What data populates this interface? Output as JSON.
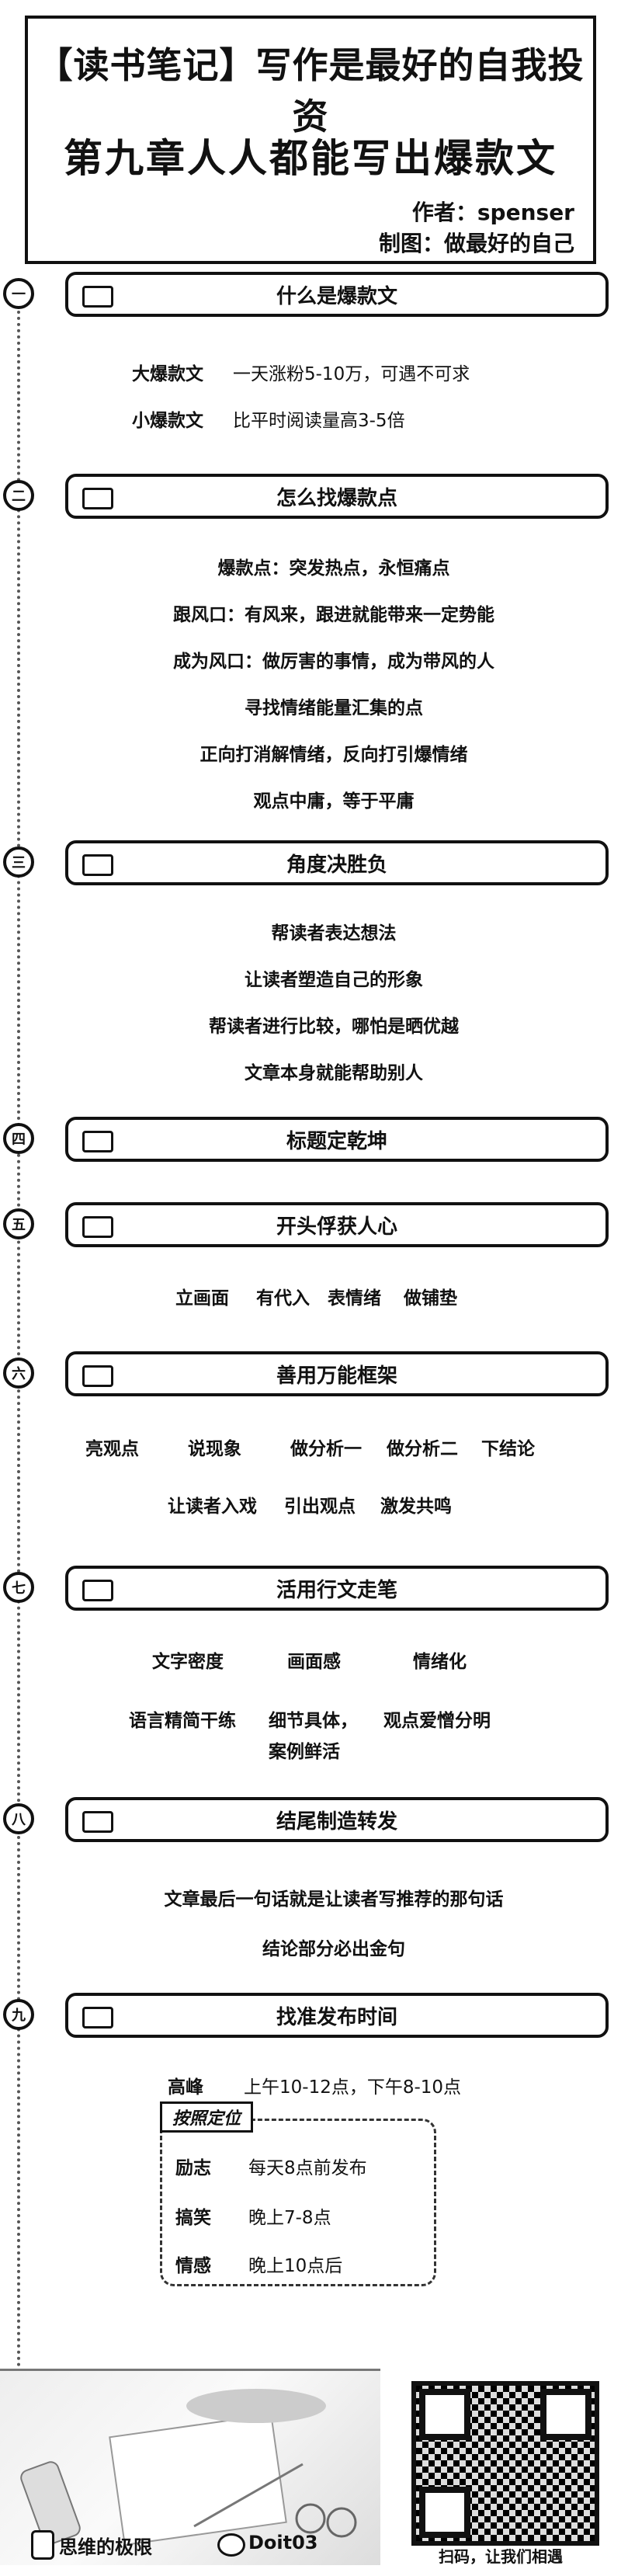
{
  "header": {
    "title1": "【读书笔记】写作是最好的自我投资",
    "title2": "第九章人人都能写出爆款文",
    "author": "作者：spenser",
    "maker": "制图：做最好的自己"
  },
  "sections": [
    {
      "num": "一",
      "title": "什么是爆款文"
    },
    {
      "num": "二",
      "title": "怎么找爆款点"
    },
    {
      "num": "三",
      "title": "角度决胜负"
    },
    {
      "num": "四",
      "title": "标题定乾坤"
    },
    {
      "num": "五",
      "title": "开头俘获人心"
    },
    {
      "num": "六",
      "title": "善用万能框架"
    },
    {
      "num": "七",
      "title": "活用行文走笔"
    },
    {
      "num": "八",
      "title": "结尾制造转发"
    },
    {
      "num": "九",
      "title": "找准发布时间"
    }
  ],
  "s1": {
    "big_label": "大爆款文",
    "big_value": "一天涨粉5-10万，可遇不可求",
    "small_label": "小爆款文",
    "small_value": "比平时阅读量高3-5倍"
  },
  "s2": [
    "爆款点：突发热点，永恒痛点",
    "跟风口：有风来，跟进就能带来一定势能",
    "成为风口：做厉害的事情，成为带风的人",
    "寻找情绪能量汇集的点",
    "正向打消解情绪，反向打引爆情绪",
    "观点中庸，等于平庸"
  ],
  "s3": [
    "帮读者表达想法",
    "让读者塑造自己的形象",
    "帮读者进行比较，哪怕是晒优越",
    "文章本身就能帮助别人"
  ],
  "s5": [
    "立画面",
    "有代入",
    "表情绪",
    "做铺垫"
  ],
  "s6": {
    "row1": [
      "亮观点",
      "说现象",
      "做分析一",
      "做分析二",
      "下结论"
    ],
    "row2": [
      "让读者入戏",
      "引出观点",
      "激发共鸣"
    ]
  },
  "s7": {
    "row1": [
      "文字密度",
      "画面感",
      "情绪化"
    ],
    "row2": [
      "语言精简干练",
      "细节具体，",
      "观点爱憎分明"
    ],
    "row3": "案例鲜活"
  },
  "s8": [
    "文章最后一句话就是让读者写推荐的那句话",
    "结论部分必出金句"
  ],
  "s9": {
    "peak_label": "高峰",
    "peak_value": "上午10-12点，下午8-10点",
    "tag": "按照定位",
    "items": [
      {
        "label": "励志",
        "value": "每天8点前发布"
      },
      {
        "label": "搞笑",
        "value": "晚上7-8点"
      },
      {
        "label": "情感",
        "value": "晚上10点后"
      }
    ]
  },
  "footer": {
    "brand": "思维的极限",
    "wechat": "Doit03",
    "qr_caption": "扫码，让我们相遇"
  }
}
